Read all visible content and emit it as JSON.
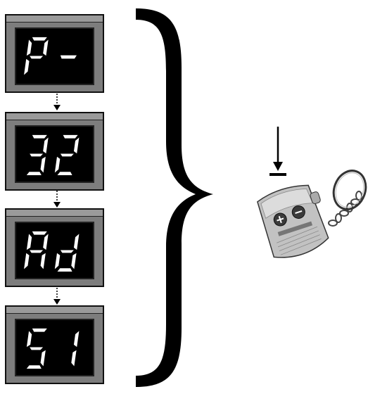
{
  "displays": [
    {
      "text": "P-"
    },
    {
      "text": "32"
    },
    {
      "text": "Ad"
    },
    {
      "text": "51"
    }
  ],
  "remote": {
    "buttons": [
      "+",
      "-"
    ],
    "brand_mark": "logo"
  },
  "icons": {
    "flow_arrow": "dotted-down-arrow",
    "press_arrow": "press-down-arrow",
    "brace": "right-curly-brace",
    "remote": "key-fob-remote"
  }
}
